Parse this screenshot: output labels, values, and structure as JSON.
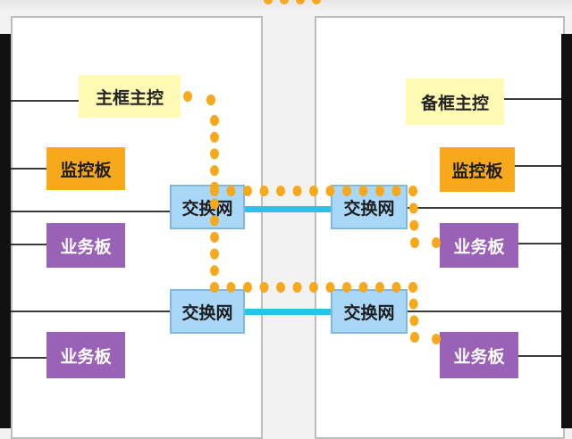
{
  "left_shelf": {
    "main_control": "主框主控",
    "monitor_board": "监控板",
    "service_board_1": "业务板",
    "service_board_2": "业务板",
    "switch_net_1": "交换网",
    "switch_net_2": "交换网"
  },
  "right_shelf": {
    "backup_control": "备框主控",
    "monitor_board": "监控板",
    "service_board_1": "业务板",
    "service_board_2": "业务板",
    "switch_net_1": "交换网",
    "switch_net_2": "交换网"
  },
  "colors": {
    "control": "#fffbb5",
    "monitor": "#f7a81b",
    "service": "#9a62b6",
    "switch": "#a9d7f7",
    "link": "#29c3ea",
    "dotted_path": "#f7a81b"
  }
}
